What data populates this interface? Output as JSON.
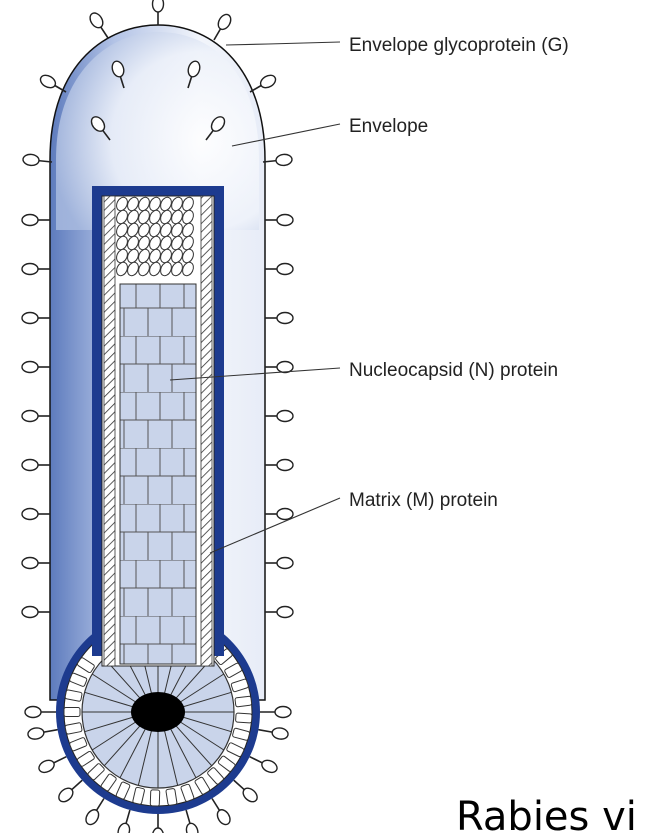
{
  "labels": {
    "glycoprotein": "Envelope glycoprotein (G)",
    "envelope": "Envelope",
    "nucleocapsid": "Nucleocapsid (N) protein",
    "matrix": "Matrix (M) protein"
  },
  "caption": "Rabies vi",
  "colors": {
    "envelope_light": "#f2f5fb",
    "envelope_shade": "#5d7bbd",
    "membrane": "#1d3b8f",
    "nucleocapsid": "#c9d4ea",
    "core": "#000000"
  }
}
